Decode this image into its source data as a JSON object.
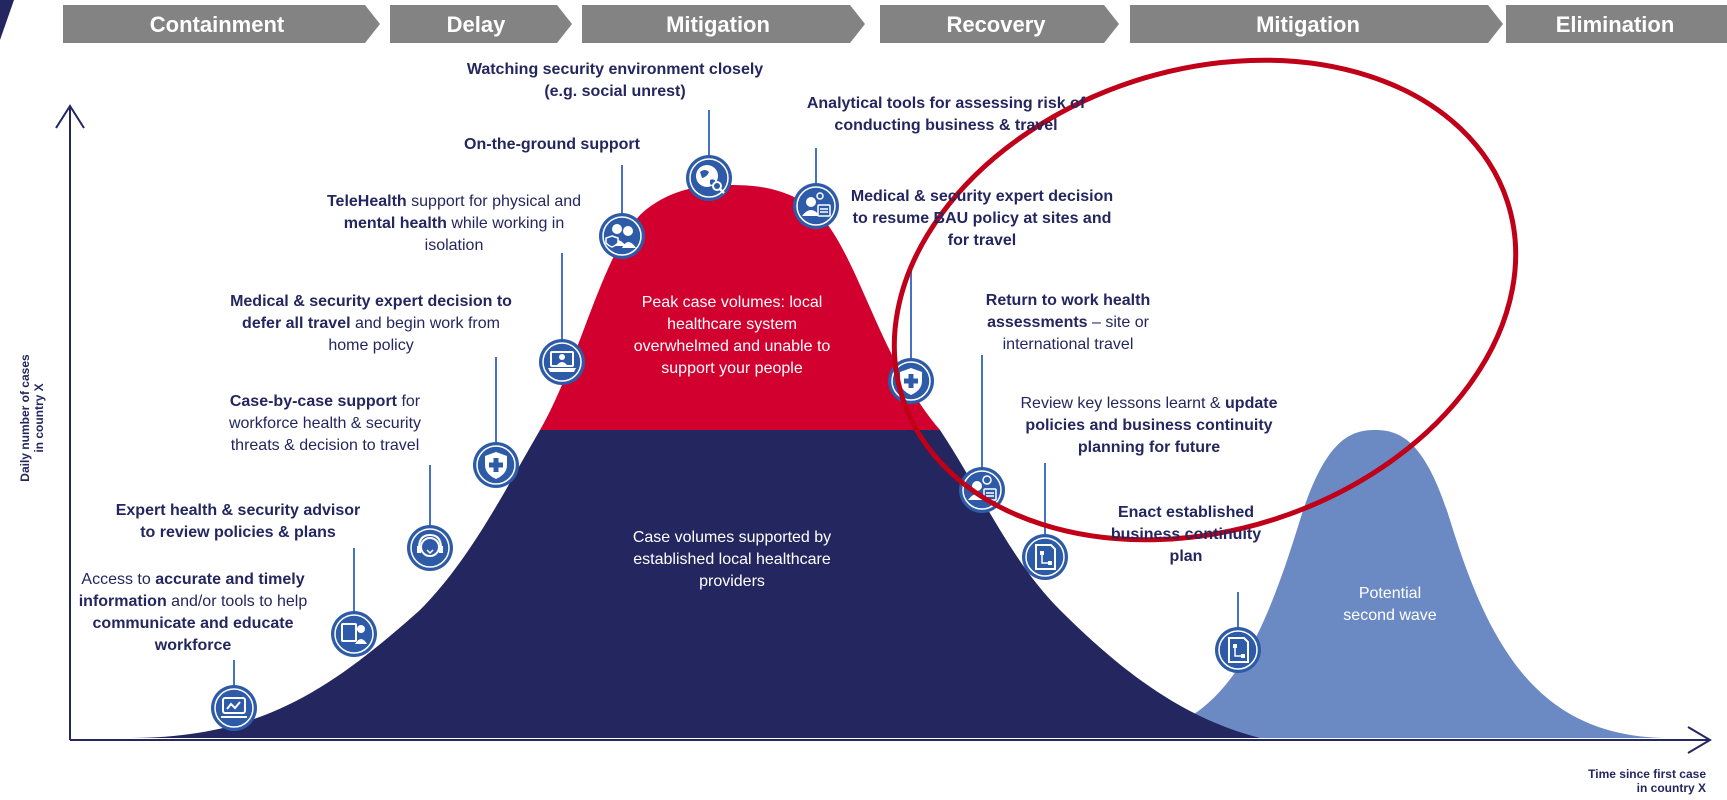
{
  "phases": [
    {
      "label": "Containment"
    },
    {
      "label": "Delay"
    },
    {
      "label": "Mitigation"
    },
    {
      "label": "Recovery"
    },
    {
      "label": "Mitigation"
    },
    {
      "label": "Elimination"
    }
  ],
  "axes": {
    "y_line1": "Daily number of cases",
    "y_line2": "in country X",
    "x_line1": "Time since first case",
    "x_line2": "in country X"
  },
  "areas": {
    "peak_text": "Peak case volumes: local healthcare system overwhelmed and unable to support your people",
    "established_text": "Case volumes supported by established local healthcare providers",
    "second_wave_line1": "Potential",
    "second_wave_line2": "second wave"
  },
  "steps": {
    "s1": {
      "a": "Access to ",
      "b": "accurate and timely information",
      "c": " and/or tools to help ",
      "d": "communicate and educate workforce"
    },
    "s2": {
      "b": "Expert health & security advisor to review policies & plans"
    },
    "s3": {
      "b": "Case-by-case support",
      "c": " for workforce health & security threats & decision to travel"
    },
    "s4": {
      "b": "Medical & security expert decision to defer all travel",
      "c": " and begin work from home policy"
    },
    "s5": {
      "b": "TeleHealth",
      "c": " support for physical and ",
      "d": "mental health",
      "e": " while working in isolation"
    },
    "s6": {
      "b": "On-the-ground support"
    },
    "s7": {
      "b": "Watching security environment closely (e.g. social unrest)"
    },
    "s8": {
      "b": "Analytical tools for assessing risk of conducting business & travel"
    },
    "s9": {
      "b": "Medical & security expert decision to resume BAU policy at sites and for travel"
    },
    "s10": {
      "b": "Return to work health assessments",
      "c": " – site or international travel"
    },
    "s11": {
      "a": "Review key lessons learnt & ",
      "b": "update policies and business continuity planning for future"
    },
    "s12": {
      "b": "Enact established business continuity plan"
    }
  },
  "icons": [
    {
      "name": "analytics-monitor-icon"
    },
    {
      "name": "communication-person-icon"
    },
    {
      "name": "advisor-headset-icon"
    },
    {
      "name": "shield-cross-icon"
    },
    {
      "name": "telehealth-laptop-icon"
    },
    {
      "name": "support-people-icon"
    },
    {
      "name": "globe-search-icon"
    },
    {
      "name": "analytics-person-icon"
    },
    {
      "name": "shield-cross-icon"
    },
    {
      "name": "health-assessment-person-icon"
    },
    {
      "name": "continuity-plan-icon"
    },
    {
      "name": "continuity-plan-icon"
    }
  ],
  "colors": {
    "phase_bar": "#838383",
    "navy": "#24265f",
    "red": "#d2002e",
    "second_wave": "#6b8ac4",
    "circle_outline": "#c00018",
    "icon": "#2e5ba8",
    "stem": "#4472c4"
  }
}
